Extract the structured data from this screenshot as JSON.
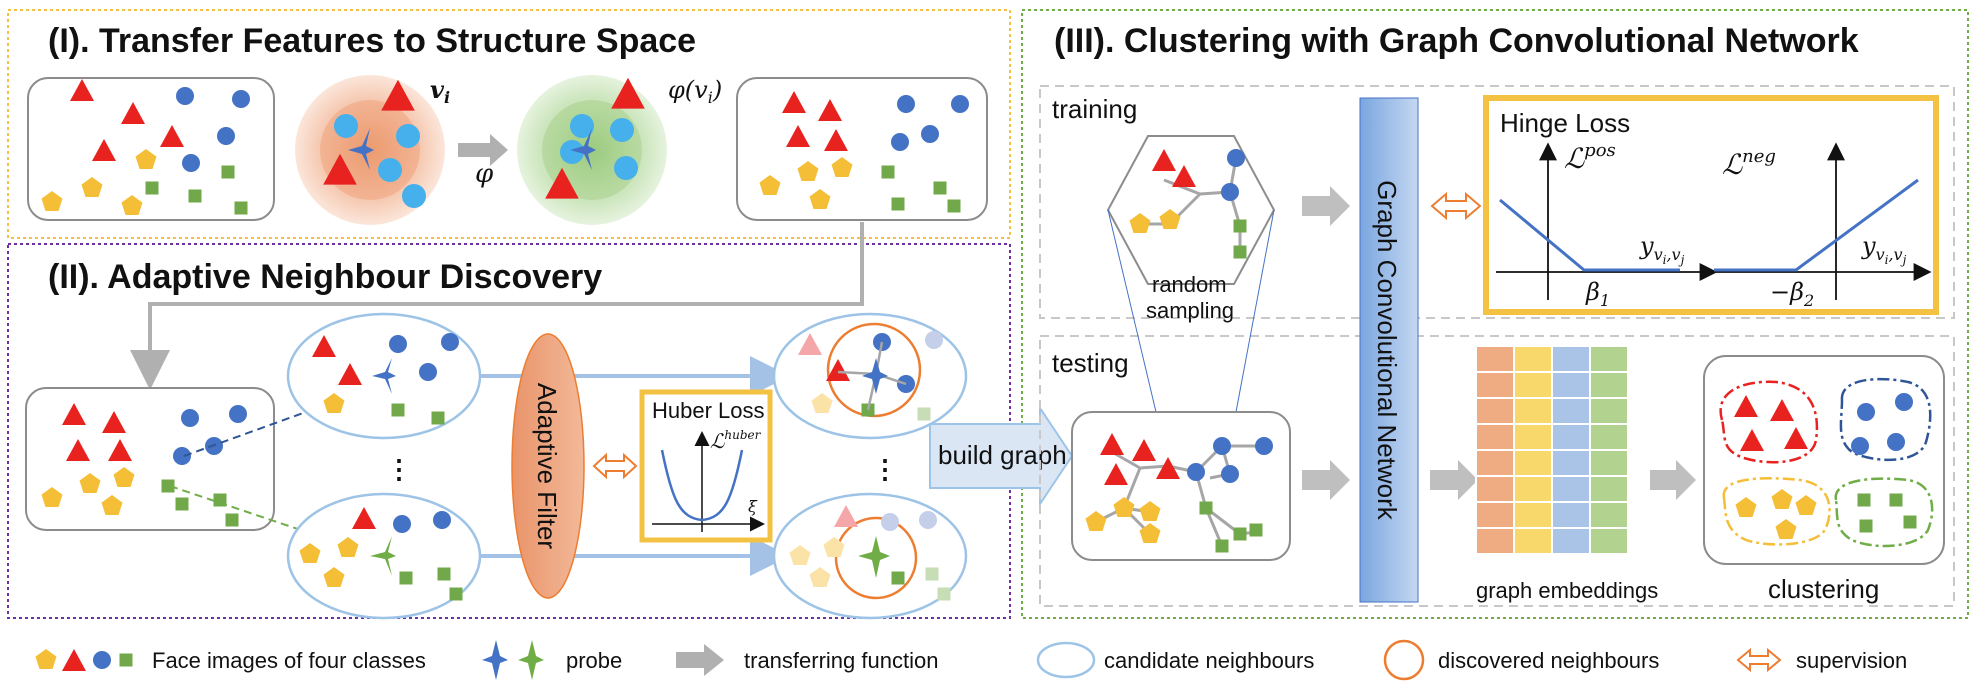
{
  "sections": {
    "s1": {
      "title": "(I). Transfer Features to Structure Space"
    },
    "s2": {
      "title": "(II). Adaptive Neighbour Discovery"
    },
    "s3": {
      "title": "(III). Clustering with Graph Convolutional Network"
    }
  },
  "math": {
    "vi": "v",
    "vi_sub": "i",
    "phi": "φ",
    "phi_vi": "φ(v",
    "phi_vi_close": ")",
    "l_pos": "ℒ",
    "l_pos_sup": "pos",
    "l_neg": "ℒ",
    "l_neg_sup": "neg",
    "l_huber": "ℒ",
    "l_huber_sup": "huber",
    "y": "y",
    "y_sub": "v",
    "y_sub_i": "i",
    "y_sub_j": ",v",
    "y_sub_j2": "j",
    "beta1": "β",
    "beta1_sub": "1",
    "beta2": "−β",
    "beta2_sub": "2",
    "xi": "ξ"
  },
  "labels": {
    "training": "training",
    "testing": "testing",
    "random_sampling_1": "random",
    "random_sampling_2": "sampling",
    "hinge_loss": "Hinge Loss",
    "huber_loss": "Huber Loss",
    "adaptive_filter": "Adaptive Filter",
    "gcn": "Graph Convolutional Network",
    "build_graph": "build graph",
    "graph_embeddings": "graph embeddings",
    "clustering": "clustering",
    "dots": "⋮"
  },
  "legend": {
    "faces": "Face images of four classes",
    "probe": "probe",
    "transfer": "transferring function",
    "candidate": "candidate neighbours",
    "discovered": "discovered neighbours",
    "supervision": "supervision"
  },
  "colors": {
    "red": "#e8221f",
    "blue": "#4472c4",
    "yellow": "#f4bf37",
    "green": "#71a84a",
    "light_blue_node": "#45b0eb",
    "section1_border": "#f4c243",
    "section2_border": "#7030a0",
    "section3_border": "#70ad47",
    "orange": "#ed7d31",
    "gcn_fill": "#8fb4e3",
    "hinge_border": "#f4c243"
  },
  "embedding_colors": [
    "#efac83",
    "#f9d86b",
    "#a9c4e6",
    "#b2d38f"
  ]
}
